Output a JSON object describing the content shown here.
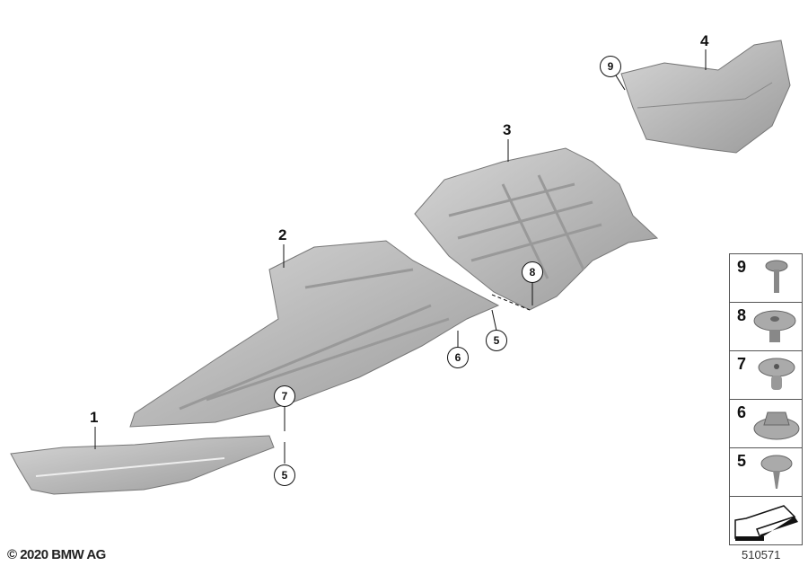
{
  "callouts": {
    "part1": "1",
    "part2": "2",
    "part3": "3",
    "part4": "4",
    "circ9": "9",
    "circ8": "8",
    "circ5a": "5",
    "circ6": "6",
    "circ7": "7",
    "circ5b": "5"
  },
  "legend": {
    "items": [
      {
        "number": "9",
        "icon": "screw-icon"
      },
      {
        "number": "8",
        "icon": "expanding-rivet-icon"
      },
      {
        "number": "7",
        "icon": "clip-rivet-icon"
      },
      {
        "number": "6",
        "icon": "collar-nut-icon"
      },
      {
        "number": "5",
        "icon": "collar-screw-icon"
      }
    ],
    "direction_icon": "front-direction-arrow-icon"
  },
  "footer": {
    "copyright": "© 2020 BMW AG",
    "diagram_id": "510571"
  },
  "colors": {
    "part_fill": "#b9b9b9",
    "part_shade": "#8e8e8e",
    "line": "#111111"
  }
}
